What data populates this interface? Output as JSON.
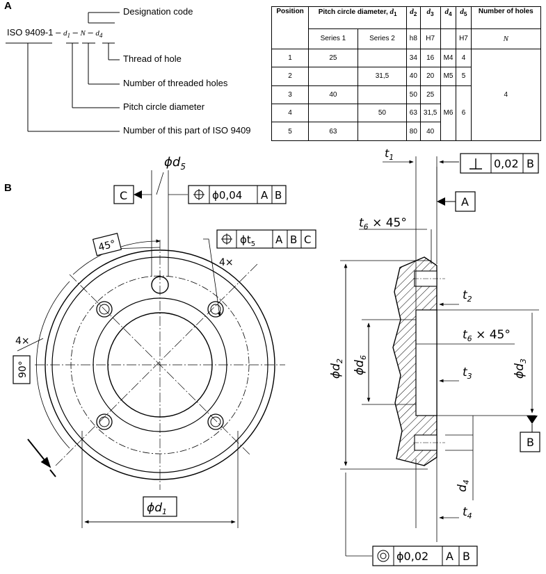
{
  "panel_a_label": "A",
  "panel_b_label": "B",
  "designation": {
    "prefix": "ISO 9409-1 –",
    "d1": "d",
    "d1_sub": "1",
    "sep1": "–",
    "N": "N",
    "sep2": "–",
    "d4": "d",
    "d4_sub": "4",
    "callouts": {
      "code": "Designation code",
      "thread": "Thread of hole",
      "threaded": "Number of threaded holes",
      "pitch": "Pitch circle diameter",
      "part": "Number of this part of ISO 9409"
    }
  },
  "table": {
    "headers": {
      "position": "Position",
      "pitch": "Pitch circle diameter,",
      "pitch_sym": "d",
      "pitch_sub": "1",
      "d2": "d",
      "d2_sub": "2",
      "d3": "d",
      "d3_sub": "3",
      "d4": "d",
      "d4_sub": "4",
      "d5": "d",
      "d5_sub": "5",
      "holes": "Number of holes",
      "series1": "Series 1",
      "series2": "Series 2",
      "tol_d2": "h8",
      "tol_d3": "H7",
      "tol_d5": "H7",
      "holes_sym": "N"
    },
    "rows": [
      {
        "pos": "1",
        "s1": "25",
        "s2": "",
        "d2": "34",
        "d3": "16"
      },
      {
        "pos": "2",
        "s1": "",
        "s2": "31,5",
        "d2": "40",
        "d3": "20"
      },
      {
        "pos": "3",
        "s1": "40",
        "s2": "",
        "d2": "50",
        "d3": "25"
      },
      {
        "pos": "4",
        "s1": "",
        "s2": "50",
        "d2": "63",
        "d3": "31,5"
      },
      {
        "pos": "5",
        "s1": "63",
        "s2": "",
        "d2": "80",
        "d3": "40"
      }
    ],
    "d4_values": [
      "M4",
      "M5",
      "M6"
    ],
    "d5_values": [
      "4",
      "5",
      "6"
    ],
    "holes_value": "4"
  },
  "drawing": {
    "front": {
      "d5_label": "ϕd",
      "d5_sub": "5",
      "datum_c": "C",
      "frame_top": {
        "value": "ϕ0,04",
        "ref1": "A",
        "ref2": "B"
      },
      "frame_holes": {
        "value": "ϕt",
        "value_sub": "5",
        "ref1": "A",
        "ref2": "B",
        "ref3": "C"
      },
      "count_holes": "4×",
      "angle45": "45°",
      "count_left": "4×",
      "angle90": "90°",
      "d1_label": "ϕd",
      "d1_sub": "1"
    },
    "side": {
      "t1": "t",
      "t1_sub": "1",
      "perp_value": "0,02",
      "perp_ref": "B",
      "datum_a": "A",
      "t6_top": "t",
      "t6_sub": "6",
      "chamfer": "× 45°",
      "t2": "t",
      "t2_sub": "2",
      "t6_mid": "t",
      "t6_mid_sub": "6",
      "chamfer_mid": "× 45°",
      "d3": "ϕd",
      "d3_sub": "3",
      "d2": "ϕd",
      "d2_sub": "2",
      "d6": "ϕd",
      "d6_sub": "6",
      "t3": "t",
      "t3_sub": "3",
      "datum_b": "B",
      "d4": "d",
      "d4_sub": "4",
      "t4": "t",
      "t4_sub": "4",
      "conc_value": "ϕ0,02",
      "conc_ref1": "A",
      "conc_ref2": "B"
    }
  }
}
